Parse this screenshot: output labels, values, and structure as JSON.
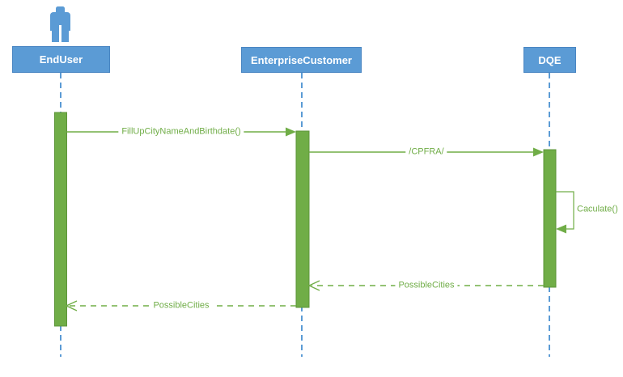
{
  "diagram": {
    "type": "uml-sequence-diagram",
    "participants": [
      {
        "id": "enduser",
        "label": "EndUser",
        "actor": true
      },
      {
        "id": "enterprisecustomer",
        "label": "EnterpriseCustomer",
        "actor": false
      },
      {
        "id": "dqe",
        "label": "DQE",
        "actor": false
      }
    ],
    "messages": [
      {
        "label": "FillUpCityNameAndBirthdate()",
        "from": "EndUser",
        "to": "EnterpriseCustomer",
        "line": "solid",
        "kind": "call"
      },
      {
        "label": "/CPFRA/",
        "from": "EnterpriseCustomer",
        "to": "DQE",
        "line": "solid",
        "kind": "call"
      },
      {
        "label": "Caculate()",
        "from": "DQE",
        "to": "DQE",
        "line": "solid",
        "kind": "self-call"
      },
      {
        "label": "PossibleCities",
        "from": "DQE",
        "to": "EnterpriseCustomer",
        "line": "dashed",
        "kind": "return"
      },
      {
        "label": "PossibleCities",
        "from": "EnterpriseCustomer",
        "to": "EndUser",
        "line": "dashed",
        "kind": "return"
      }
    ],
    "colors": {
      "participant_fill": "#5b9bd5",
      "participant_border": "#4a86c2",
      "participant_text": "#ffffff",
      "actor_icon": "#5b9bd5",
      "lifeline": "#5b9bd5",
      "activation_fill": "#70ad47",
      "activation_border": "#5d953a",
      "message_line": "#70ad47",
      "message_text": "#70ad47",
      "background": "#ffffff"
    }
  }
}
